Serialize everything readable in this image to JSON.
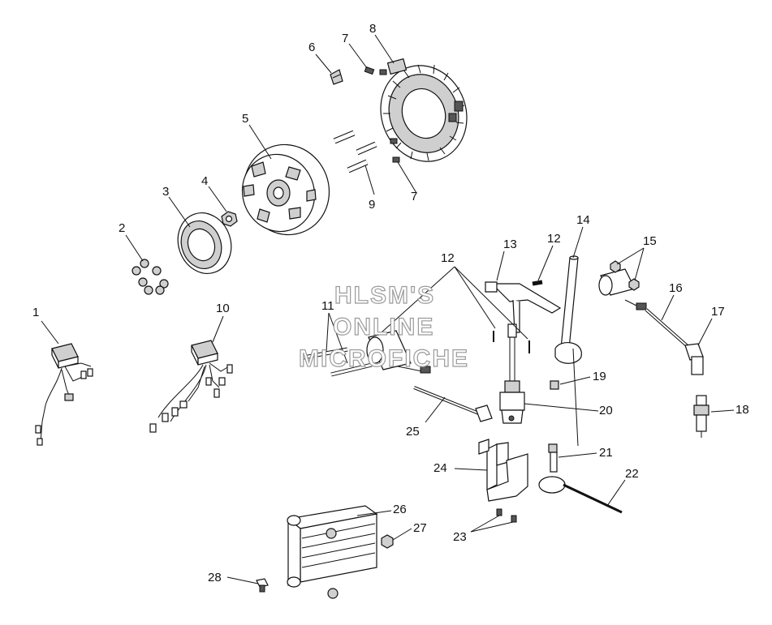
{
  "watermark": {
    "line1": "HLSM'S",
    "line2": "ONLINE",
    "line3": "MICROFICHE"
  },
  "callouts": {
    "c1": "1",
    "c2": "2",
    "c3": "3",
    "c4": "4",
    "c5": "5",
    "c6": "6",
    "c7a": "7",
    "c7b": "7",
    "c8": "8",
    "c9": "9",
    "c10": "10",
    "c11": "11",
    "c12a": "12",
    "c12b": "12",
    "c13": "13",
    "c14": "14",
    "c15": "15",
    "c16": "16",
    "c17": "17",
    "c18": "18",
    "c19": "19",
    "c20": "20",
    "c21": "21",
    "c22": "22",
    "c23": "23",
    "c24": "24",
    "c25": "25",
    "c26": "26",
    "c27": "27",
    "c28": "28"
  },
  "colors": {
    "line": "#111111",
    "part_fill": "#ffffff",
    "shade": "#cfcfcf",
    "watermark_outline": "#9a9a9a"
  }
}
